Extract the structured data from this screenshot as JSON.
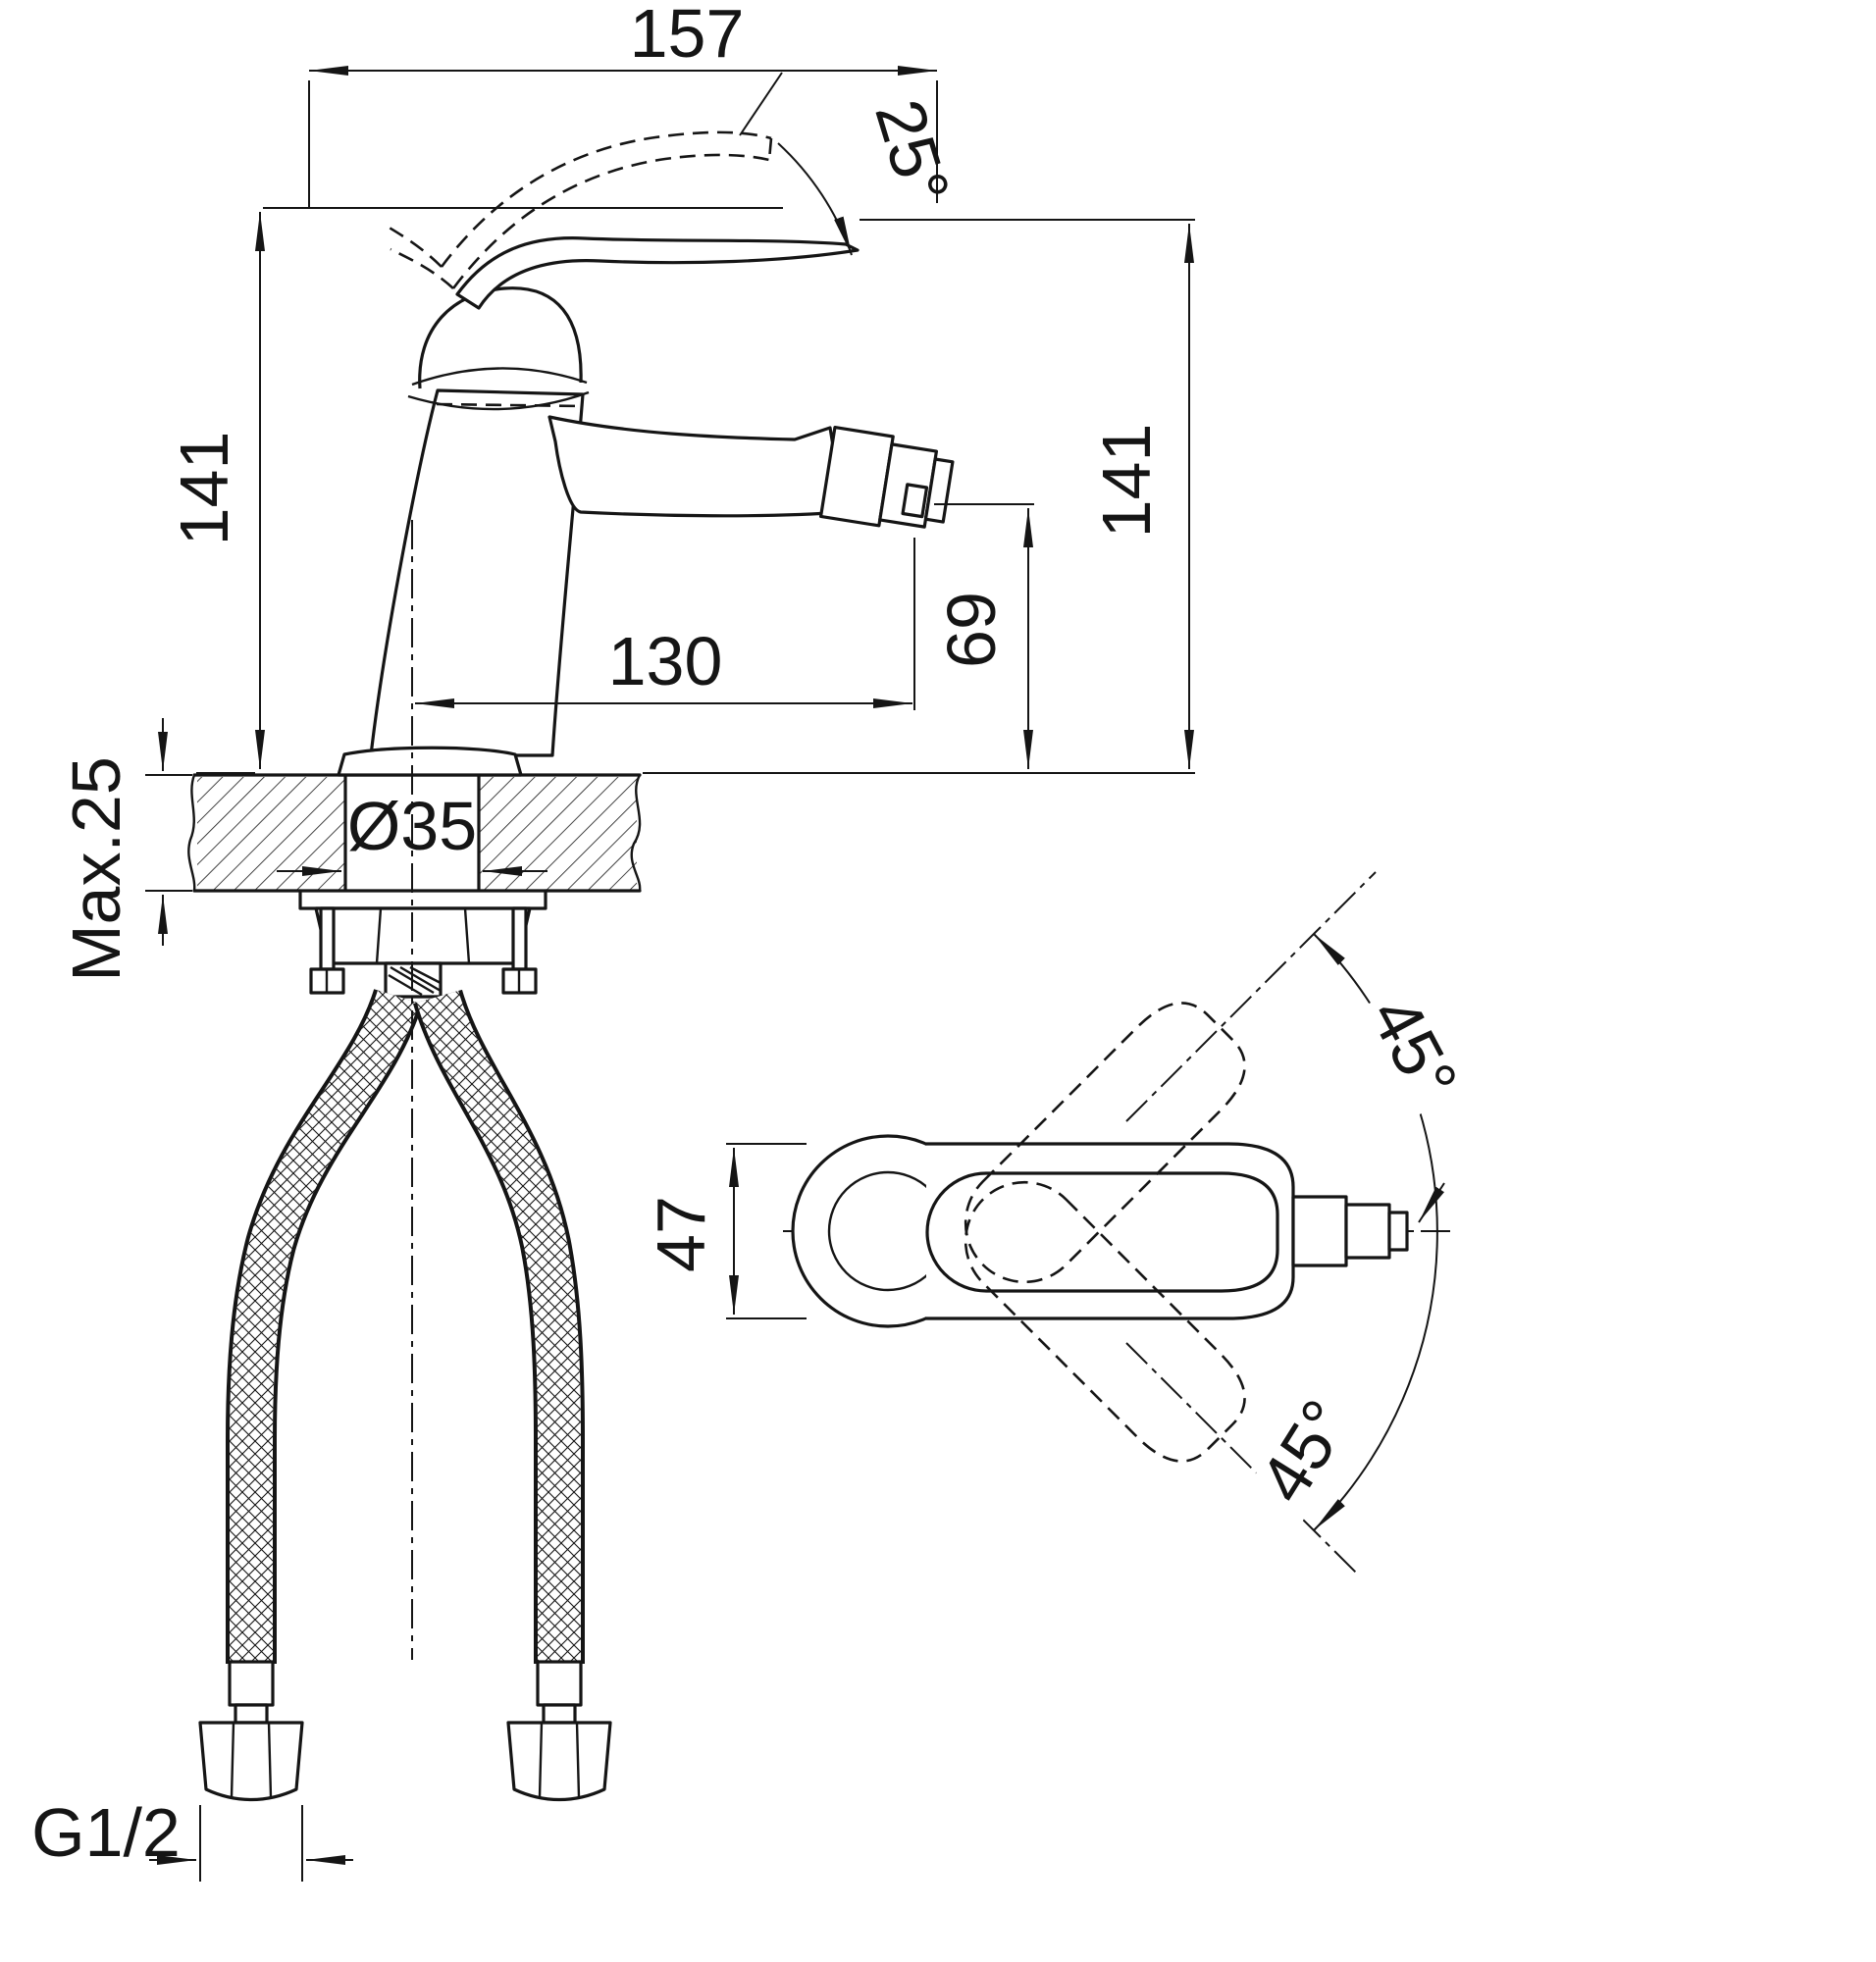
{
  "page": {
    "background_color": "#ffffff",
    "line_color": "#151515"
  },
  "drawing": {
    "labels": {
      "top_width": "157",
      "lift_angle": "25°",
      "height_left": "141",
      "height_right": "141",
      "spout_reach": "130",
      "spout_height": "69",
      "deck_thickness": "Max.25",
      "hole_diameter": "Ø35",
      "thread_size": "G1/2",
      "body_width": "47",
      "swing_upper": "45°",
      "swing_lower": "45°"
    }
  }
}
